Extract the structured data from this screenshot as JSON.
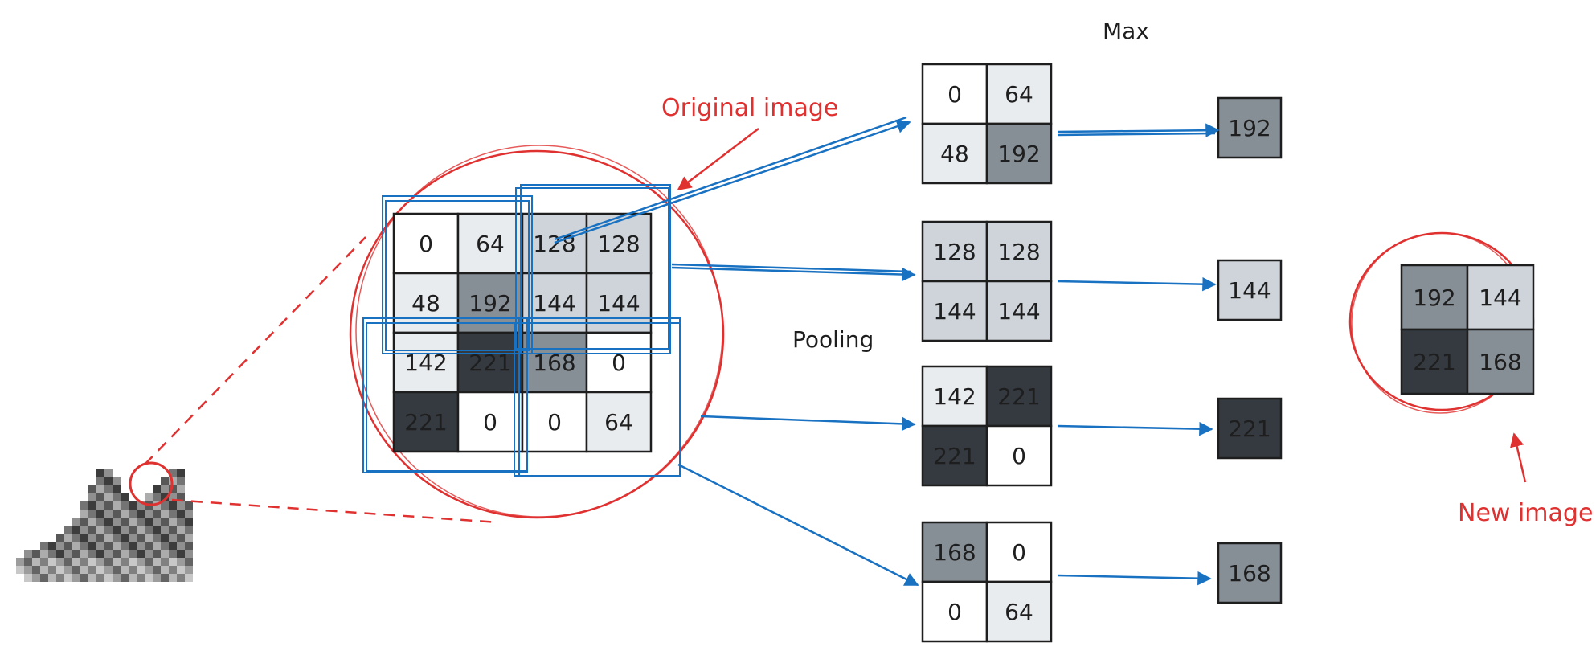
{
  "labels": {
    "original": "Original image",
    "new": "New image",
    "max": "Max",
    "pooling": "Pooling"
  },
  "image_grid": [
    [
      "0",
      "64",
      "128",
      "128"
    ],
    [
      "48",
      "192",
      "144",
      "144"
    ],
    [
      "142",
      "221",
      "168",
      "0"
    ],
    [
      "221",
      "0",
      "0",
      "64"
    ]
  ],
  "pool_windows": [
    {
      "cells": [
        "0",
        "64",
        "48",
        "192"
      ],
      "max": "192"
    },
    {
      "cells": [
        "128",
        "128",
        "144",
        "144"
      ],
      "max": "144"
    },
    {
      "cells": [
        "142",
        "221",
        "221",
        "0"
      ],
      "max": "221"
    },
    {
      "cells": [
        "168",
        "0",
        "0",
        "64"
      ],
      "max": "168"
    }
  ],
  "new_image": [
    [
      "192",
      "144"
    ],
    [
      "221",
      "168"
    ]
  ],
  "colors": {
    "red": "#e03131",
    "blue": "#1971c2",
    "ink": "#1e1e1e",
    "shade_0": "#ffffff",
    "shade_light": "#e9ecef",
    "shade_mid": "#ced4da",
    "shade_gray": "#868e96",
    "shade_dark": "#343a40"
  }
}
